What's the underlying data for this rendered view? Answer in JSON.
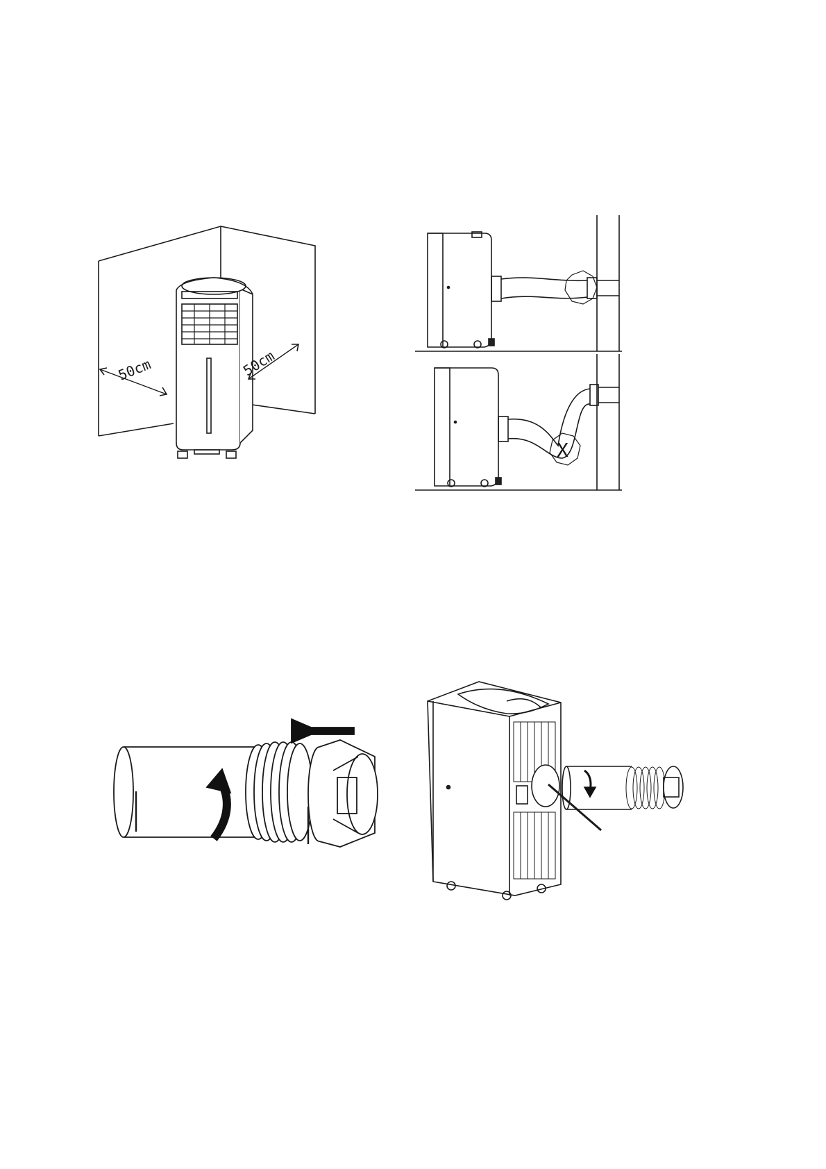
{
  "figures": {
    "clearance": {
      "left_label": "50cm",
      "right_label": "50cm"
    },
    "hose_wrong": {
      "mark": "X"
    }
  },
  "colors": {
    "line": "#1a1a1a",
    "fill": "#ffffff",
    "dark": "#222222"
  }
}
